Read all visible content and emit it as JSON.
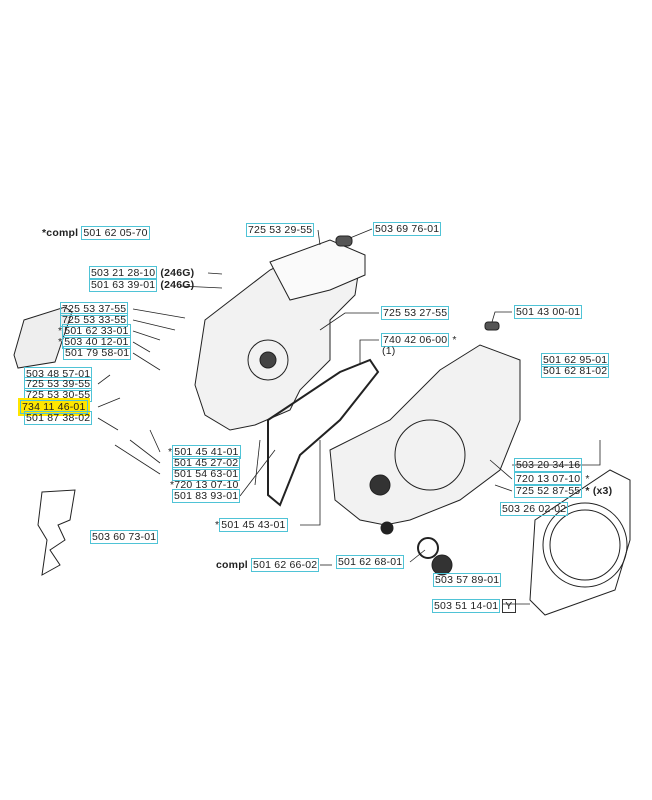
{
  "highlight_color": "#ffe600",
  "label_border_color": "#4fc3d6",
  "labels": [
    {
      "pre": "*compl",
      "pn": "501 62 05-70",
      "post": "",
      "hl": false
    },
    {
      "pre": "",
      "pn": "725 53 29-55",
      "post": ""
    },
    {
      "pre": "",
      "pn": "503 69 76-01",
      "post": ""
    },
    {
      "pre": "",
      "pn": "503 21 28-10",
      "post": "(246G)"
    },
    {
      "pre": "",
      "pn": "501 63 39-01",
      "post": "(246G)"
    },
    {
      "pre": "",
      "pn": "725 53 37-55",
      "post": ""
    },
    {
      "pre": "",
      "pn": "725 53 33-55",
      "post": ""
    },
    {
      "pre": "*",
      "pn": "501 62 33-01",
      "post": ""
    },
    {
      "pre": "*",
      "pn": "503 40 12-01",
      "post": ""
    },
    {
      "pre": "",
      "pn": "501 79 58-01",
      "post": ""
    },
    {
      "pre": "",
      "pn": "503 48 57-01",
      "post": ""
    },
    {
      "pre": "",
      "pn": "725 53 39-55",
      "post": ""
    },
    {
      "pre": "",
      "pn": "725 53 30-55",
      "post": ""
    },
    {
      "pre": "",
      "pn": "734 11 46-01",
      "post": "",
      "hl": true
    },
    {
      "pre": "",
      "pn": "501 87 38-02",
      "post": ""
    },
    {
      "pre": "",
      "pn": "725 53 27-55",
      "post": ""
    },
    {
      "pre": "",
      "pn": "740 42 06-00",
      "post": "*"
    },
    {
      "pre": "",
      "pn": "",
      "post": "(1)"
    },
    {
      "pre": "",
      "pn": "501 43 00-01",
      "post": ""
    },
    {
      "pre": "",
      "pn": "501 62 95-01",
      "post": ""
    },
    {
      "pre": "",
      "pn": "501 62 81-02",
      "post": ""
    },
    {
      "pre": "*",
      "pn": "501 45 41-01",
      "post": ""
    },
    {
      "pre": "",
      "pn": "501 45 27-02",
      "post": ""
    },
    {
      "pre": "",
      "pn": "501 54 63-01",
      "post": ""
    },
    {
      "pre": "",
      "pn": "",
      "post": "*720 13 07-10"
    },
    {
      "pre": "",
      "pn": "501 83 93-01",
      "post": ""
    },
    {
      "pre": "",
      "pn": "503 20 34-16",
      "post": ""
    },
    {
      "pre": "",
      "pn": "720 13 07-10",
      "post": "*"
    },
    {
      "pre": "",
      "pn": "725 52 87-55",
      "post": "* (x3)"
    },
    {
      "pre": "",
      "pn": "503 26 02-02",
      "post": ""
    },
    {
      "pre": "*",
      "pn": "501 45 43-01",
      "post": ""
    },
    {
      "pre": "compl",
      "pn": "501 62 66-02",
      "post": ""
    },
    {
      "pre": "",
      "pn": "501 62 68-01",
      "post": ""
    },
    {
      "pre": "",
      "pn": "503 57 89-01",
      "post": ""
    },
    {
      "pre": "",
      "pn": "503 60 73-01",
      "post": ""
    },
    {
      "pre": "",
      "pn": "503 51 14-01",
      "post": "",
      "tag": "Y"
    }
  ]
}
